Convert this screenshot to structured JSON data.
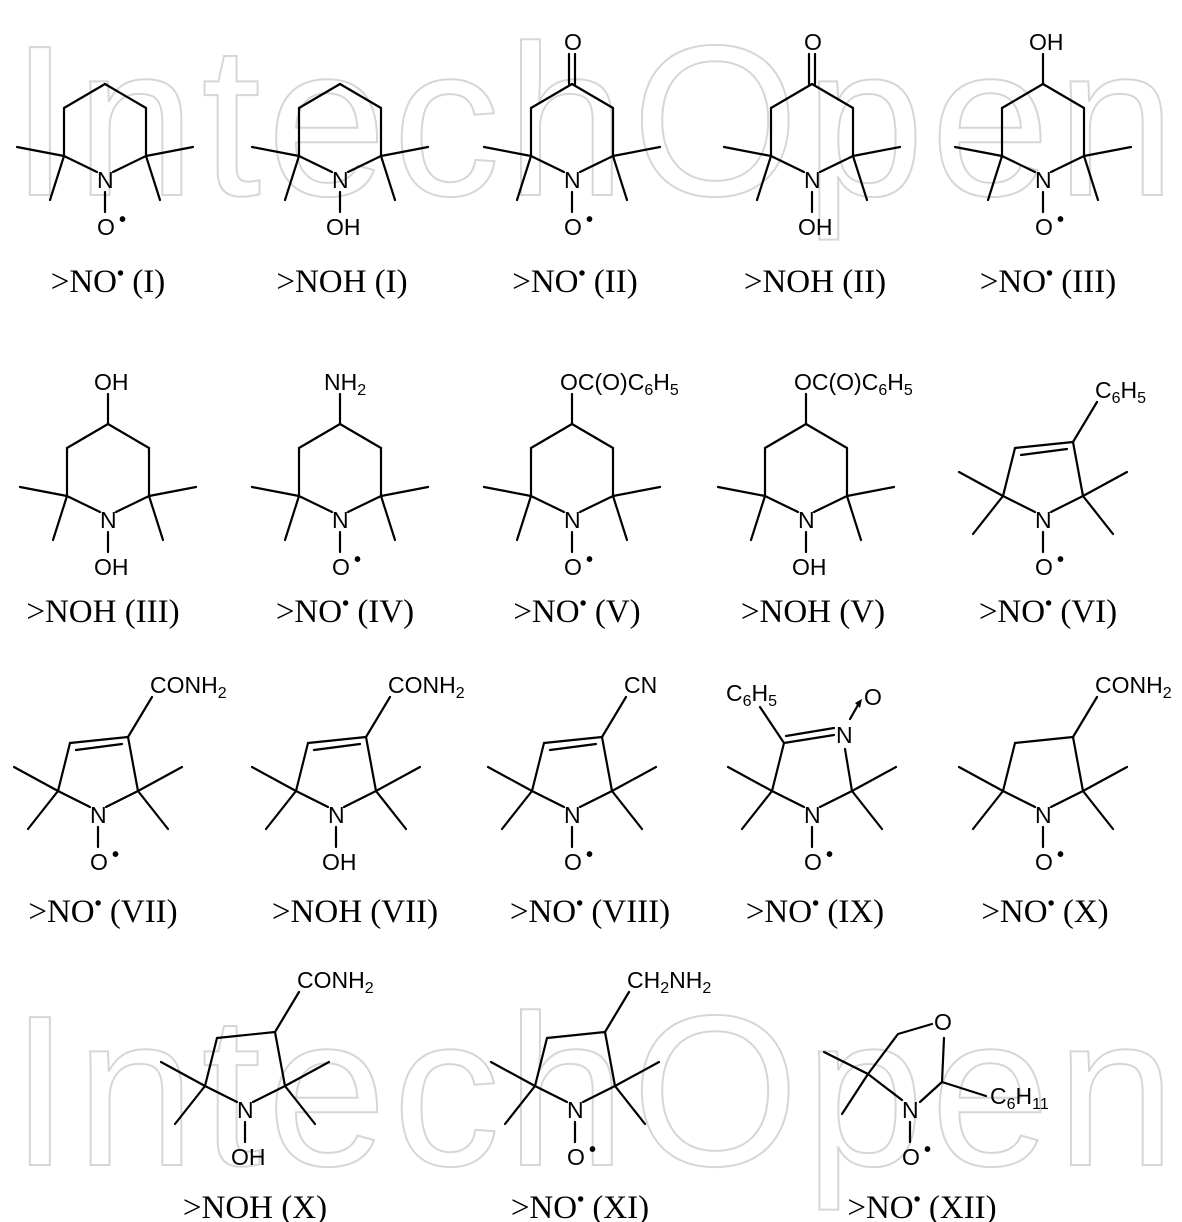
{
  "watermark": {
    "text": "IntechOpen"
  },
  "labels": {
    "N": "N",
    "O": "O",
    "OH": "OH",
    "H": "H",
    "radical_dot": "•",
    "NH": "NH",
    "sub2": "2",
    "CN": "CN",
    "ester_pre": "OC(O)C",
    "sub6": "6",
    "sub5": "5",
    "sub11": "11",
    "CONH": "CONH",
    "CH": "CH",
    "C": "C"
  },
  "captions": [
    {
      "pre": ">NO",
      "sup": "•",
      "post": " (I)"
    },
    {
      "pre": ">NOH (I)",
      "sup": "",
      "post": ""
    },
    {
      "pre": ">NO",
      "sup": "•",
      "post": " (II)"
    },
    {
      "pre": ">NOH (II)",
      "sup": "",
      "post": ""
    },
    {
      "pre": ">NO",
      "sup": "•",
      "post": " (III)"
    },
    {
      "pre": ">NOH (III)",
      "sup": "",
      "post": ""
    },
    {
      "pre": ">NO",
      "sup": "•",
      "post": " (IV)"
    },
    {
      "pre": ">NO",
      "sup": "•",
      "post": " (V)"
    },
    {
      "pre": ">NOH (V)",
      "sup": "",
      "post": ""
    },
    {
      "pre": ">NO",
      "sup": "•",
      "post": " (VI)"
    },
    {
      "pre": ">NO",
      "sup": "•",
      "post": " (VII)"
    },
    {
      "pre": ">NOH (VII)",
      "sup": "",
      "post": ""
    },
    {
      "pre": ">NO",
      "sup": "•",
      "post": " (VIII)"
    },
    {
      "pre": ">NO",
      "sup": "•",
      "post": " (IX)"
    },
    {
      "pre": ">NO",
      "sup": "•",
      "post": " (X)"
    },
    {
      "pre": ">NOH (X)",
      "sup": "",
      "post": ""
    },
    {
      "pre": ">NO",
      "sup": "•",
      "post": " (XI)"
    },
    {
      "pre": ">NO",
      "sup": "•",
      "post": " (XII)"
    }
  ]
}
